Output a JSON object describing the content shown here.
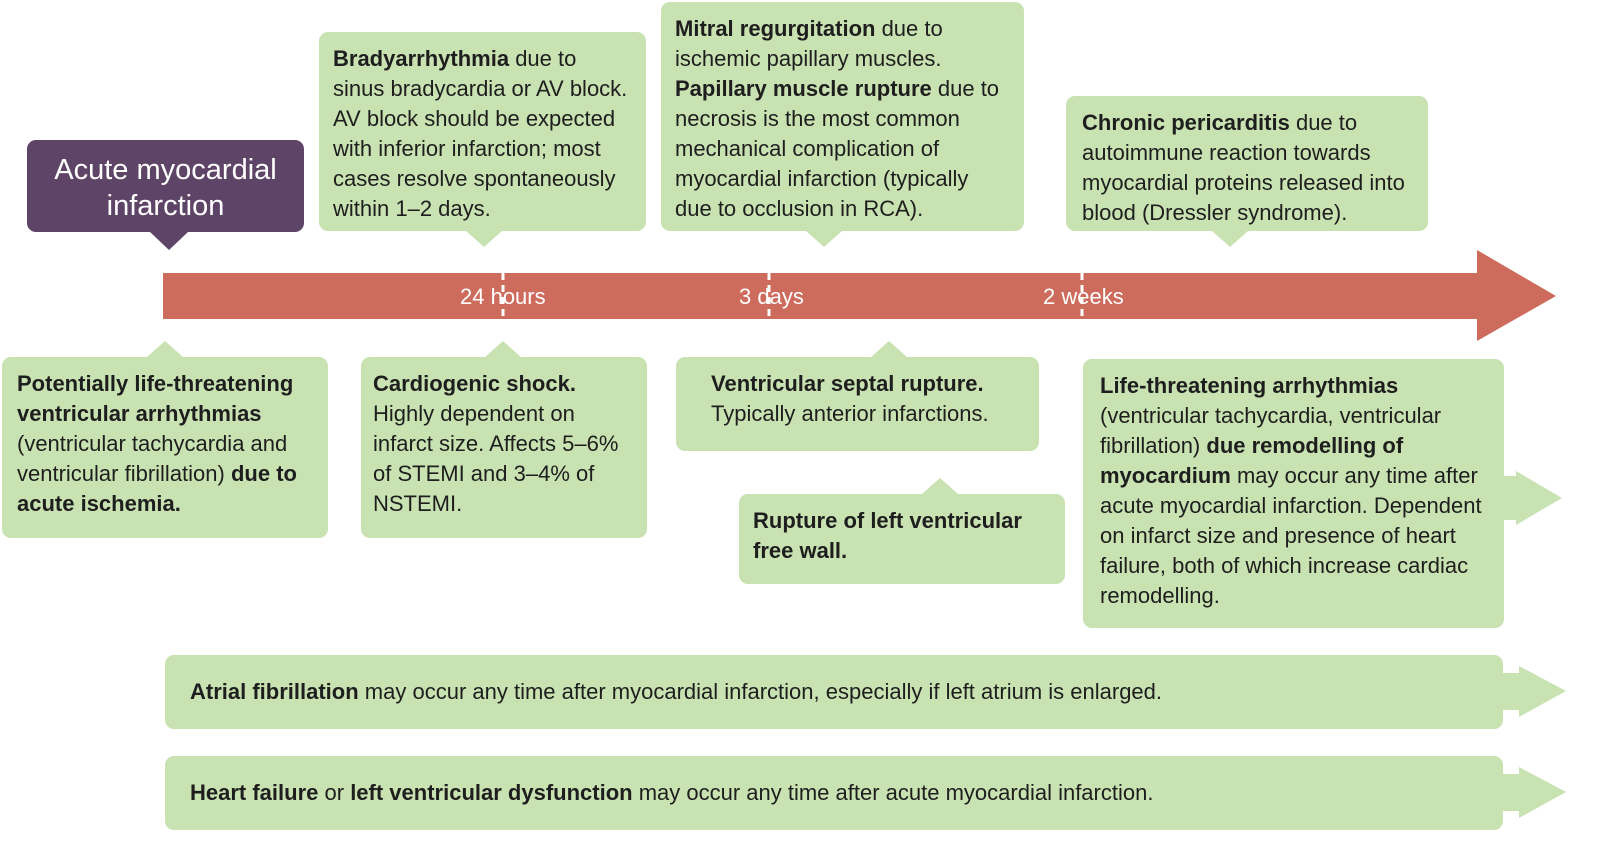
{
  "start_label": "Acute myocardial infarction",
  "timeline": {
    "marks": [
      "24 hours",
      "3 days",
      "2 weeks"
    ]
  },
  "above": {
    "bradyarrhythmia": {
      "bold": "Bradyarrhythmia",
      "text": " due to sinus bradycardia or AV block. AV block should be expected with inferior infarction; most cases resolve spontaneously within 1–2 days."
    },
    "mitral": {
      "bold1": "Mitral regurgitation",
      "text1": " due to ischemic papillary muscles. ",
      "bold2": "Papillary muscle rupture",
      "text2": " due to necrosis is the most common mechanical complication of myocardial infarction (typically due to occlusion in RCA)."
    },
    "pericarditis": {
      "bold": "Chronic pericarditis",
      "text": " due to autoimmune reaction towards myocardial proteins released into blood (Dressler syndrome)."
    }
  },
  "below": {
    "ventricular": {
      "bold1": "Potentially life-threatening ventricular arrhythmias",
      "text1": " (ventricular tachycardia and ventricular fibrillation) ",
      "bold2": "due to acute ischemia."
    },
    "shock": {
      "bold": "Cardiogenic shock.",
      "text": " Highly dependent on infarct size. Affects 5–6% of STEMI and 3–4% of NSTEMI."
    },
    "septal": {
      "bold": "Ventricular septal rupture.",
      "text": " Typically anterior infarctions."
    },
    "freewall": {
      "bold": "Rupture of left ventricular free wall."
    },
    "lifethreat": {
      "bold1": "Life-threatening arrhythmias",
      "text1": " (ventricular tachycardia, ventricular fibrillation) ",
      "bold2": "due remodelling of myocardium",
      "text2": " may occur any time after acute myocardial infarction. Dependent on infarct size and presence of heart failure, both of which increase cardiac remodelling."
    }
  },
  "bands": {
    "afib": {
      "bold": "Atrial fibrillation",
      "text": " may occur any time after myocardial infarction, especially if left atrium is enlarged."
    },
    "hf": {
      "bold1": "Heart failure",
      "text1": " or ",
      "bold2": "left ventricular dysfunction",
      "text2": " may occur any time after acute myocardial infarction."
    }
  },
  "colors": {
    "box_fill": "#c9e2b2",
    "timeline": "#cd6b5c",
    "start_fill": "#5e4567"
  }
}
